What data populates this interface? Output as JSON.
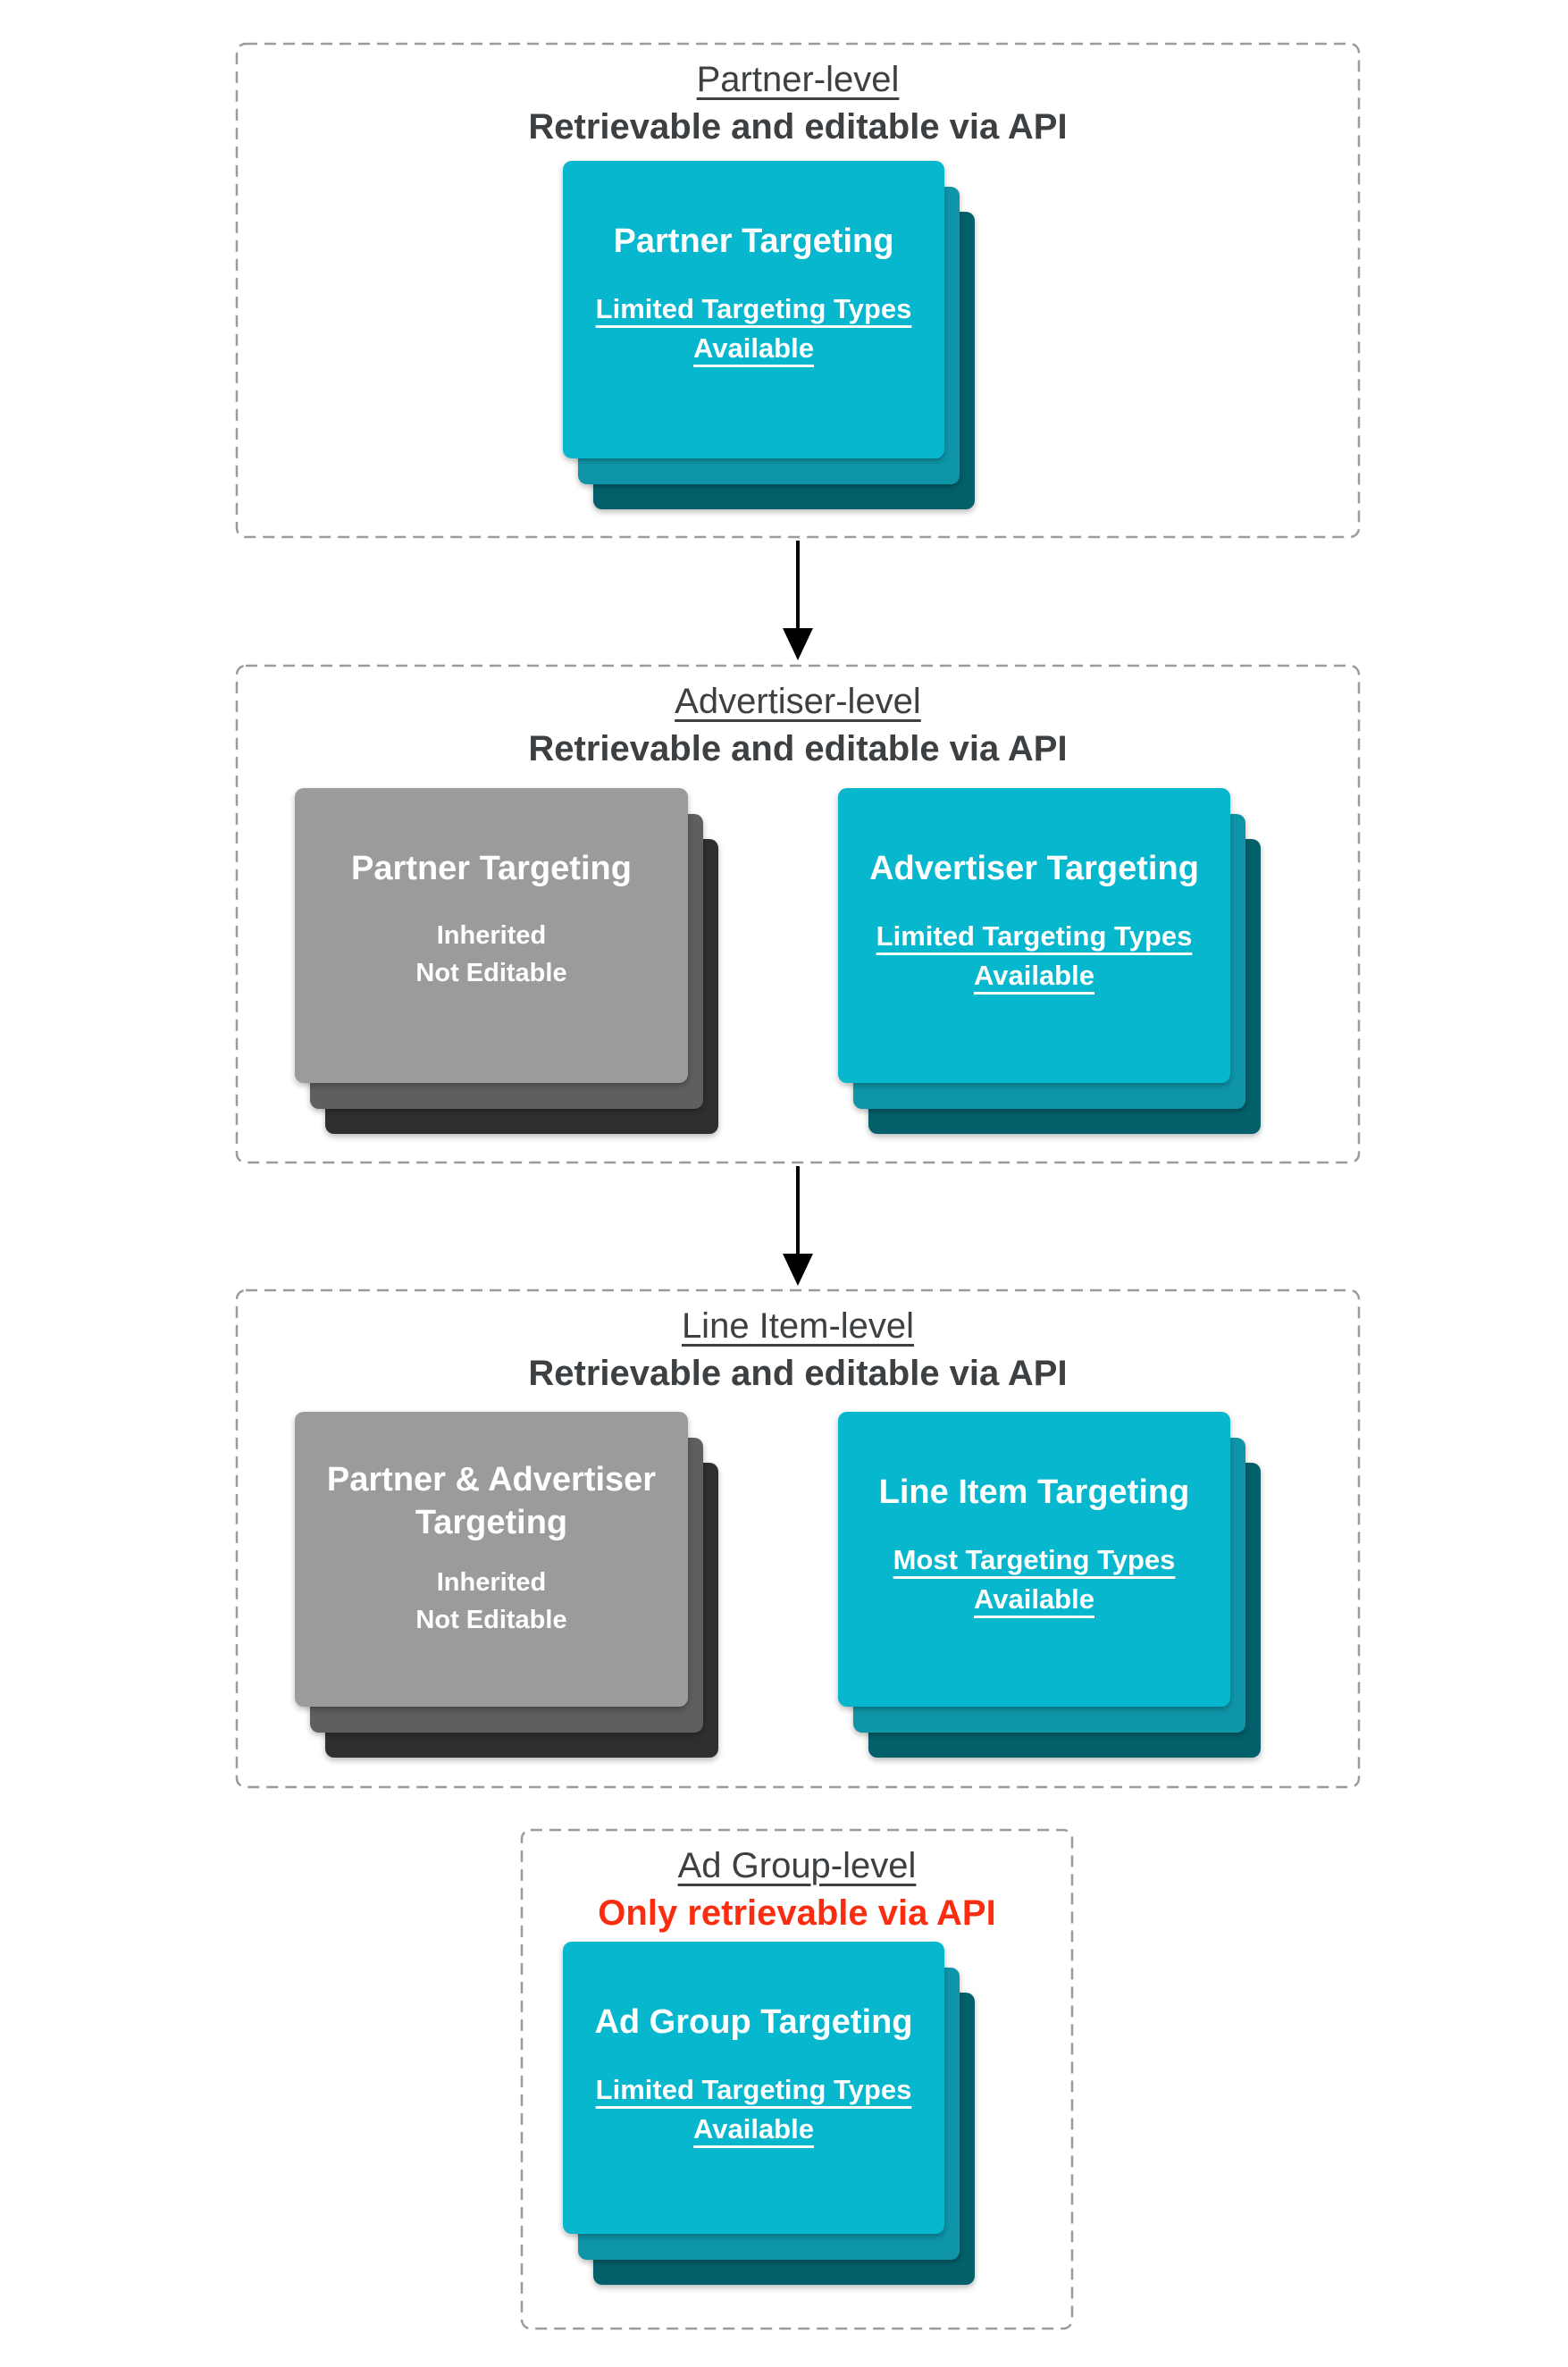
{
  "colors": {
    "card_cyan": "#06b7cd",
    "card_cyan_mid": "#0e96a8",
    "card_cyan_dark": "#03606a",
    "card_gray": "#9b9b9b",
    "card_gray_mid": "#5f5f5f",
    "card_gray_dark": "#2f2f2f",
    "heading_text": "#3c4043",
    "alert_red": "#fa2d10",
    "dashed_border_gray": "#9b9b9b",
    "arrow_black": "#000000",
    "card_text_white": "#ffffff"
  },
  "sections": [
    {
      "title": "Partner-level",
      "subtitle": "Retrievable and editable via API",
      "cards": [
        {
          "variant": "cyan",
          "title": "Partner Targeting",
          "body": "Limited Targeting Types Available"
        }
      ]
    },
    {
      "title": "Advertiser-level",
      "subtitle": "Retrievable and editable via API",
      "cards": [
        {
          "variant": "gray",
          "title": "Partner Targeting",
          "body_lines": [
            "Inherited",
            "Not Editable"
          ]
        },
        {
          "variant": "cyan",
          "title": "Advertiser Targeting",
          "body": "Limited Targeting Types Available"
        }
      ]
    },
    {
      "title": "Line Item-level",
      "subtitle": "Retrievable and editable via API",
      "cards": [
        {
          "variant": "gray",
          "title": "Partner & Advertiser Targeting",
          "body_lines": [
            "Inherited",
            "Not Editable"
          ]
        },
        {
          "variant": "cyan",
          "title": "Line Item Targeting",
          "body": "Most Targeting Types Available"
        }
      ]
    },
    {
      "title": "Ad Group-level",
      "subtitle": "Only retrievable via API",
      "subtitle_style": "alert",
      "cards": [
        {
          "variant": "cyan",
          "title": "Ad Group Targeting",
          "body": "Limited Targeting Types Available"
        }
      ]
    }
  ]
}
